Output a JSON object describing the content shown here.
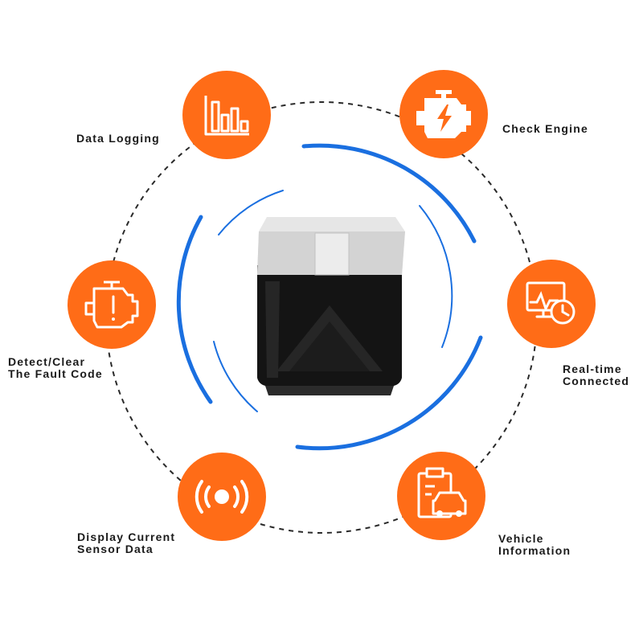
{
  "colors": {
    "accent": "#ff6c17",
    "ring_blue": "#1a6fe0",
    "dash_ring": "#2a2a2a",
    "device_body": "#141414",
    "device_cap": "#e3e3e3"
  },
  "features": [
    {
      "id": "data-logging",
      "icon": "bar-chart-icon",
      "lines": [
        "Data Logging"
      ]
    },
    {
      "id": "check-engine",
      "icon": "engine-warning-icon",
      "lines": [
        "Check Engine"
      ]
    },
    {
      "id": "real-time-connected",
      "icon": "monitor-clock-icon",
      "lines": [
        "Real-time",
        "Connected"
      ]
    },
    {
      "id": "vehicle-information",
      "icon": "clipboard-car-icon",
      "lines": [
        "Vehicle",
        "Information"
      ]
    },
    {
      "id": "display-current-sensor-data",
      "icon": "sensor-signal-icon",
      "lines": [
        "Display Current",
        "Sensor Data"
      ]
    },
    {
      "id": "detect-clear-fault-code",
      "icon": "engine-fault-icon",
      "lines": [
        "Detect/Clear",
        "The Fault Code"
      ]
    }
  ]
}
